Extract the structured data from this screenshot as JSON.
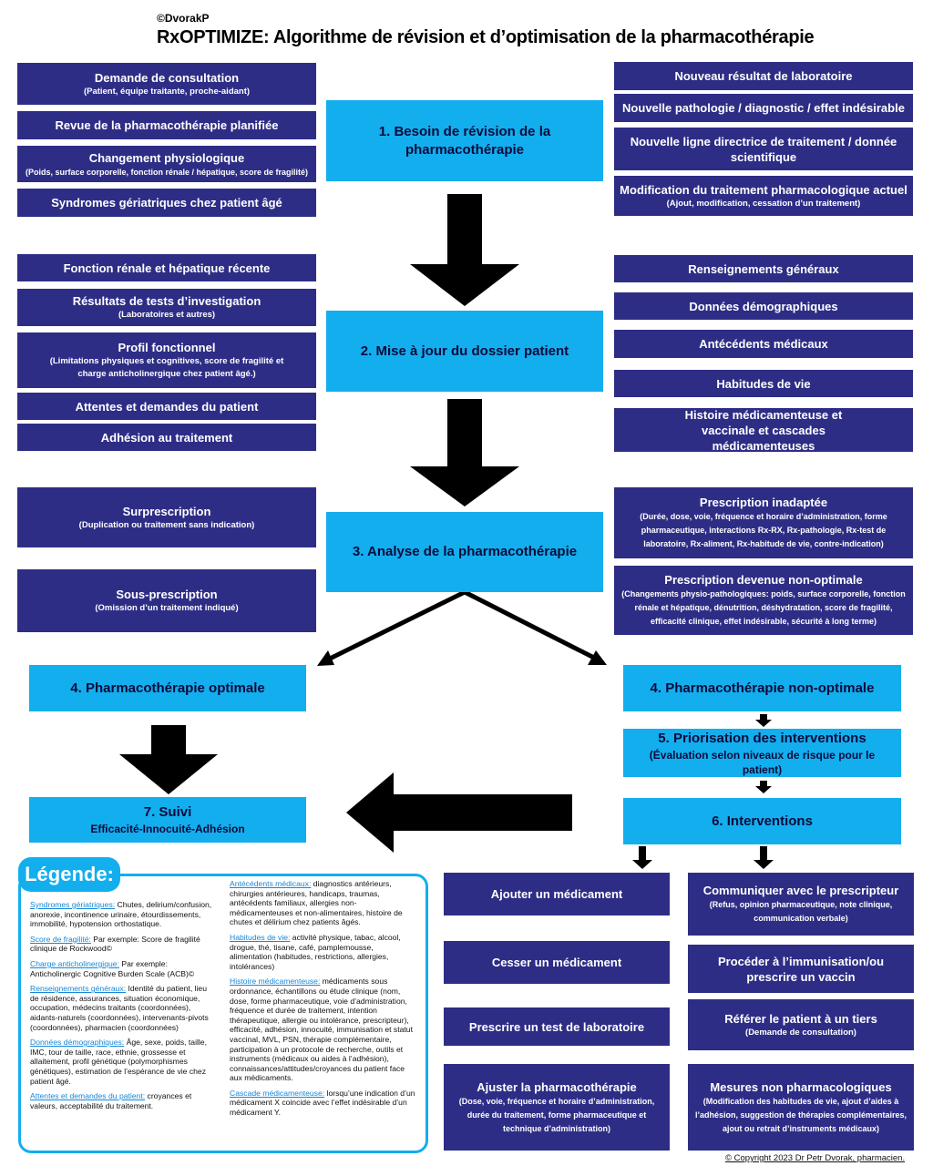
{
  "header": {
    "copyright": "©DvorakP",
    "title": "RxOPTIMIZE: Algorithme de révision et d’optimisation de la pharmacothérapie"
  },
  "step1": {
    "label": "1. Besoin de révision de la pharmacothérapie",
    "left": [
      {
        "title": "Demande de consultation",
        "sub": "(Patient, équipe traitante, proche-aidant)"
      },
      {
        "title": "Revue de la pharmacothérapie planifiée",
        "sub": ""
      },
      {
        "title": "Changement physiologique",
        "sub": "(Poids, surface corporelle, fonction rénale / hépatique, score de fragilité)"
      },
      {
        "title": "Syndromes gériatriques chez patient âgé",
        "sub": ""
      }
    ],
    "right": [
      {
        "title": "Nouveau résultat de laboratoire",
        "sub": ""
      },
      {
        "title": "Nouvelle pathologie / diagnostic / effet indésirable",
        "sub": ""
      },
      {
        "title": "Nouvelle ligne directrice de traitement / donnée scientifique",
        "sub": ""
      },
      {
        "title": "Modification du traitement pharmacologique actuel",
        "sub": "(Ajout, modification, cessation d’un traitement)"
      }
    ]
  },
  "step2": {
    "label": "2. Mise à jour du dossier patient",
    "left": [
      {
        "title": "Fonction rénale et hépatique récente",
        "sub": ""
      },
      {
        "title": "Résultats de tests d’investigation",
        "sub": "(Laboratoires et autres)"
      },
      {
        "title": "Profil fonctionnel",
        "sub": "(Limitations physiques et cognitives, score de fragilité et charge anticholinergique chez patient âgé.)"
      },
      {
        "title": "Attentes et demandes du patient",
        "sub": ""
      },
      {
        "title": "Adhésion au traitement",
        "sub": ""
      }
    ],
    "right": [
      {
        "title": "Renseignements généraux",
        "sub": ""
      },
      {
        "title": "Données démographiques",
        "sub": ""
      },
      {
        "title": "Antécédents médicaux",
        "sub": ""
      },
      {
        "title": "Habitudes de vie",
        "sub": ""
      },
      {
        "title": "Histoire médicamenteuse et vaccinale et cascades médicamenteuses",
        "sub": ""
      }
    ]
  },
  "step3": {
    "label": "3. Analyse de la pharmacothérapie",
    "left": [
      {
        "title": "Surprescription",
        "sub": "(Duplication ou traitement sans indication)"
      },
      {
        "title": "Sous-prescription",
        "sub": "(Omission d’un traitement indiqué)"
      }
    ],
    "right": [
      {
        "title": "Prescription inadaptée",
        "sub": "(Durée, dose, voie, fréquence et horaire d’administration, forme pharmaceutique, interactions Rx-RX, Rx-pathologie, Rx-test de laboratoire, Rx-aliment, Rx-habitude de vie, contre-indication)"
      },
      {
        "title": "Prescription devenue non-optimale",
        "sub": "(Changements physio-pathologiques: poids, surface corporelle, fonction rénale et hépatique, dénutrition, déshydratation, score de fragilité, efficacité clinique, effet indésirable, sécurité à long terme)"
      }
    ]
  },
  "step4a": {
    "label": "4. Pharmacothérapie optimale"
  },
  "step4b": {
    "label": "4. Pharmacothérapie non-optimale"
  },
  "step5": {
    "label": "5. Priorisation des interventions",
    "sub": "(Évaluation selon niveaux de risque pour le patient)"
  },
  "step6": {
    "label": "6. Interventions",
    "left": [
      {
        "title": "Ajouter un médicament",
        "sub": ""
      },
      {
        "title": "Cesser un médicament",
        "sub": ""
      },
      {
        "title": "Prescrire un test de laboratoire",
        "sub": ""
      },
      {
        "title": "Ajuster la pharmacothérapie",
        "sub": "(Dose, voie, fréquence et horaire d’administration, durée du traitement, forme pharmaceutique et technique d’administration)"
      }
    ],
    "right": [
      {
        "title": "Communiquer avec le prescripteur",
        "sub": "(Refus, opinion pharmaceutique, note clinique, communication verbale)"
      },
      {
        "title": "Procéder à l’immunisation/ou prescrire un vaccin",
        "sub": ""
      },
      {
        "title": "Référer le patient à un tiers",
        "sub": "(Demande de consultation)"
      },
      {
        "title": "Mesures non pharmacologiques",
        "sub": "(Modification des habitudes de vie, ajout d’aides à l’adhésion, suggestion de thérapies complémentaires, ajout ou retrait d’instruments médicaux)"
      }
    ]
  },
  "step7": {
    "label": "7. Suivi",
    "sub": "Efficacité-Innocuité-Adhésion"
  },
  "legend": {
    "tag": "Légende:",
    "col1": [
      {
        "term": "Syndromes gériatriques:",
        "text": " Chutes, delirium/confusion, anorexie, incontinence urinaire, étourdissements, immobilité, hypotension orthostatique."
      },
      {
        "term": "Score de fragilité:",
        "text": " Par exemple: Score de fragilité clinique de Rockwood©"
      },
      {
        "term": "Charge anticholinergique:",
        "text": " Par exemple: Anticholinergic Cognitive Burden Scale (ACB)©"
      },
      {
        "term": "Renseignements généraux:",
        "text": " Identité du patient, lieu de résidence, assurances, situation économique, occupation, médecins traitants (coordonnées), aidants-naturels (coordonnées), intervenants-pivots (coordonnées), pharmacien (coordonnées)"
      },
      {
        "term": "Données démographiques:",
        "text": " Âge, sexe, poids, taille, IMC, tour de taille, race, ethnie, grossesse et allaitement, profil génétique (polymorphismes génétiques), estimation de l’espérance de vie chez patient âgé."
      },
      {
        "term": "Attentes et demandes du patient:",
        "text": " croyances et valeurs, acceptabilité du traitement."
      }
    ],
    "col2": [
      {
        "term": "Antécédents médicaux:",
        "text": " diagnostics antérieurs, chirurgies antérieures, handicaps, traumas, antécédents familiaux, allergies non-médicamenteuses et non-alimentaires, histoire de chutes et délirium chez patients âgés."
      },
      {
        "term": "Habitudes de vie:",
        "text": " activité physique, tabac, alcool, drogue, thé, tisane, café, pamplemousse, alimentation (habitudes, restrictions, allergies, intolérances)"
      },
      {
        "term": "Histoire médicamenteuse:",
        "text": " médicaments sous ordonnance, échantillons ou étude clinique (nom, dose, forme pharmaceutique, voie d’administration, fréquence et durée de traitement, intention thérapeutique, allergie ou intolérance, prescripteur), efficacité, adhésion, innocuité, immunisation et statut vaccinal, MVL, PSN, thérapie complémentaire, participation à un protocole de recherche, outils et instruments (médicaux ou aides à l’adhésion), connaissances/attitudes/croyances du patient face aux médicaments."
      },
      {
        "term": "Cascade médicamenteuse:",
        "text": " lorsqu’une indication d’un médicament X coincide avec l’effet indésirable d’un médicament Y."
      }
    ]
  },
  "footer": {
    "copyright": "© Copyright 2023 Dr Petr Dvorak, pharmacien."
  },
  "colors": {
    "navy": "#2e2d86",
    "cyan": "#13aeee",
    "arrow": "#000000"
  }
}
